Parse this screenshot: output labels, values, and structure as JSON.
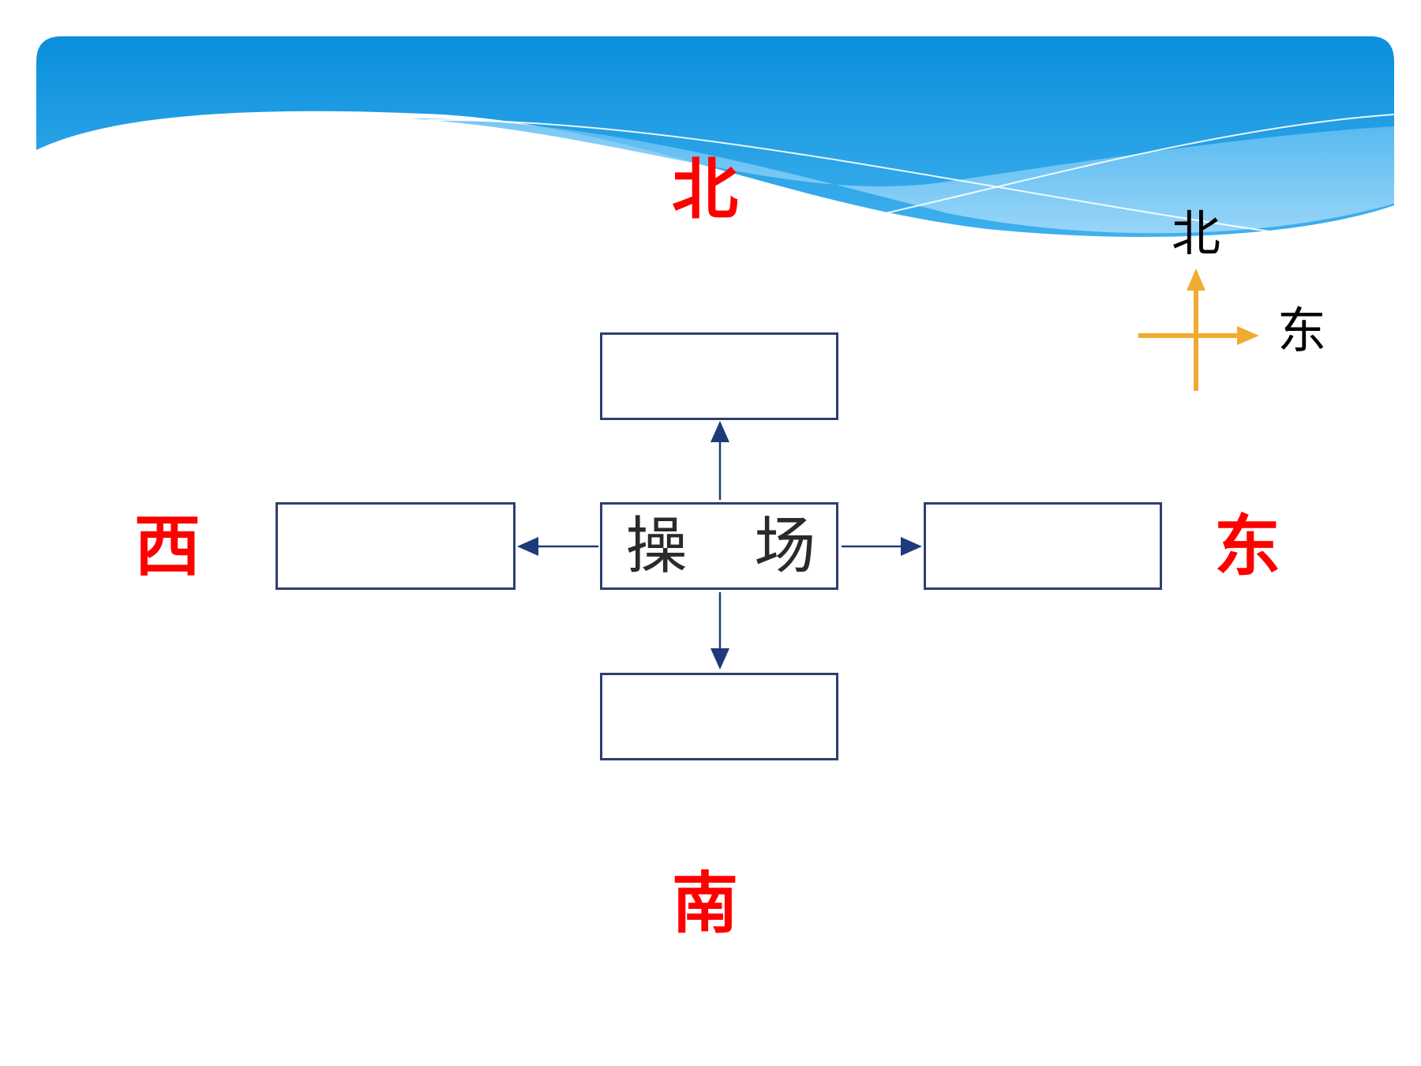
{
  "labels": {
    "north": "北",
    "south": "南",
    "west": "西",
    "east": "东"
  },
  "compass": {
    "north": "北",
    "east": "东"
  },
  "center_box": {
    "label": "操 场"
  },
  "colors": {
    "direction_text": "#ff0000",
    "compass_text": "#000000",
    "compass_arrow": "#f0ab30",
    "box_border": "#2e3f6e",
    "arrow": "#1f3a7a",
    "header_blue": "#1596e2"
  }
}
